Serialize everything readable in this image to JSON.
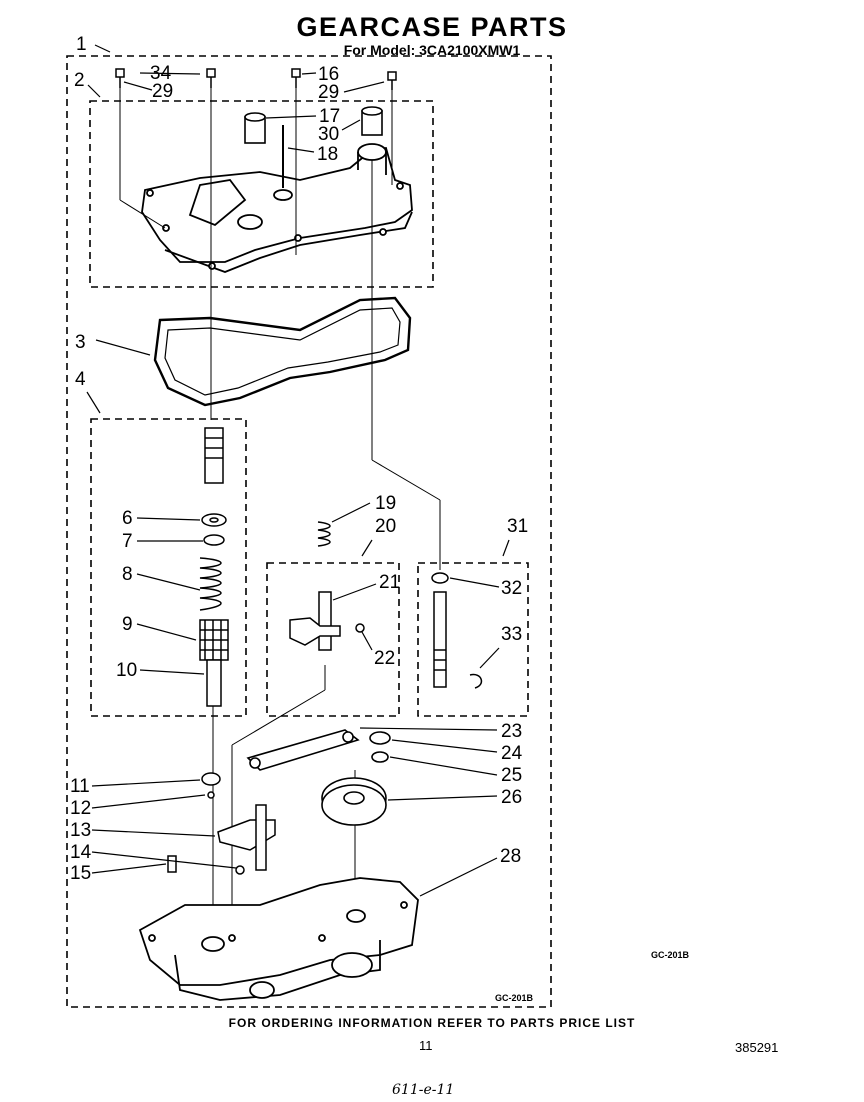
{
  "title": "GEARCASE PARTS",
  "subtitle": "For Model: 3CA2100XMW1",
  "diagram_code_outer": "GC-201B",
  "diagram_code_inner": "GC-201B",
  "footer_text": "FOR ORDERING INFORMATION REFER TO PARTS PRICE LIST",
  "page_number": "11",
  "document_number": "385291",
  "handwritten_note": "611-e-11",
  "callouts": [
    "1",
    "2",
    "3",
    "4",
    "6",
    "7",
    "8",
    "9",
    "10",
    "11",
    "12",
    "13",
    "14",
    "15",
    "16",
    "17",
    "18",
    "19",
    "20",
    "21",
    "22",
    "23",
    "24",
    "25",
    "26",
    "28",
    "29",
    "30",
    "31",
    "32",
    "33",
    "34"
  ]
}
